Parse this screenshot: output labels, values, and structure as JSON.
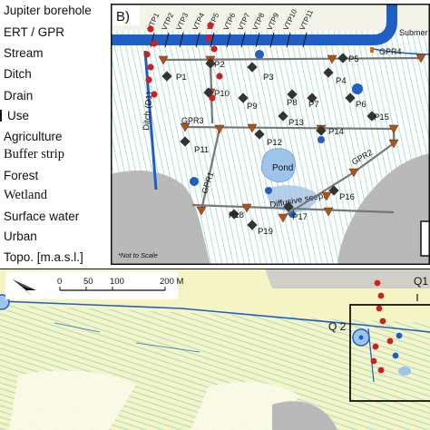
{
  "legend": {
    "items": [
      {
        "label": "Jupiter borehole",
        "icon": "borehole-icon"
      },
      {
        "label": "ERT / GPR",
        "icon": "profile-line-icon"
      },
      {
        "label": "Stream",
        "icon": "stream-icon"
      },
      {
        "label": "Ditch",
        "icon": "ditch-icon"
      },
      {
        "label": "Drain",
        "icon": "drain-icon"
      }
    ],
    "landuse_title": "Use",
    "landuse_items": [
      "Agriculture",
      "Buffer strip",
      "Forest",
      "Wetland",
      "Surface water",
      "Urban"
    ],
    "topo_label": "Topo. [m.a.s.l.]"
  },
  "panel_b": {
    "label": "B)",
    "vtp_labels": [
      "VTP1",
      "VTP2",
      "VTP3",
      "VTP4",
      "VTP5",
      "VTP6",
      "VTP7",
      "VTP8",
      "VTP9",
      "VTP10",
      "VTP11"
    ],
    "piezometers": [
      "P1",
      "P2",
      "P3",
      "P4",
      "P5",
      "P6",
      "P7",
      "P8",
      "P9",
      "P10",
      "P11",
      "P12",
      "P13",
      "P14",
      "P15",
      "P16",
      "P17",
      "P18",
      "P19"
    ],
    "gpr_labels": [
      "GPR1",
      "GPR2",
      "GPR3",
      "GPR4"
    ],
    "ditch_label": "Ditch (D1)",
    "pond_label": "Pond",
    "seeps_label": "Diffusive seeps",
    "submerged_label": "Submer",
    "scale_note": "*Not to Scale"
  },
  "scale_bar": {
    "ticks": [
      "0",
      "50",
      "100",
      "200 M"
    ]
  },
  "lower_map": {
    "q_labels": [
      "Q 2",
      "Q1"
    ]
  },
  "colors": {
    "stream": "#1f5fc4",
    "gpr_line": "#777777",
    "gpr_marker": "#b0521c",
    "borehole": "#cc1f1f",
    "piezometer": "#333333",
    "hatch": "#9ed8cf",
    "urban": "#b9b9b9",
    "agriculture": "#f5f4c5",
    "water": "#9ec4ea"
  }
}
